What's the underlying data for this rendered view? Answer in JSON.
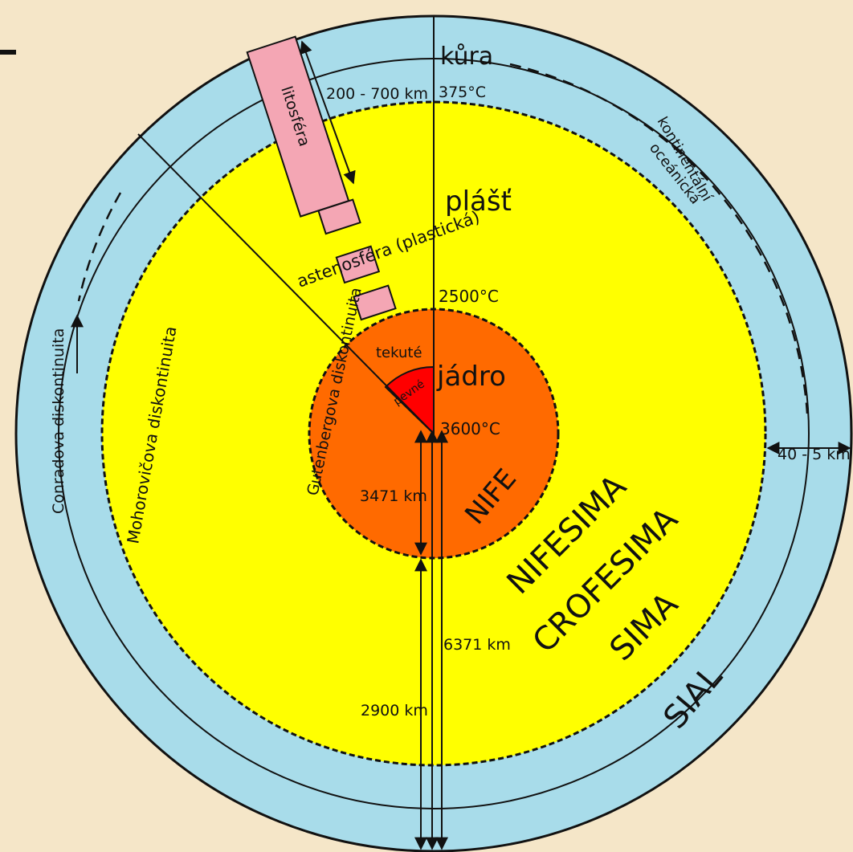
{
  "colors": {
    "background": "#f5e6c8",
    "crust": "#a8dcea",
    "mantle": "#ffff00",
    "outer_core": "#ff6a00",
    "inner_core": "#ff0000",
    "lithosphere": "#f4a6b4",
    "line": "#111111"
  },
  "labels": {
    "kura": "kůra",
    "lithosphere_depth": "200 - 700 km",
    "temp_crust": "375°C",
    "continental": "kontinentální",
    "oceanic": "oceánická",
    "litosfera": "litosféra",
    "plast": "plášť",
    "astenosfera": "astenosféra (plastická)",
    "temp_mantle": "2500°C",
    "tekute": "tekuté",
    "pevne": "pevné",
    "jadro": "jádro",
    "temp_core": "3600°C",
    "crust_depth": "40 - 5 km",
    "gutenberg": "Gutenbergova diskontinuita",
    "mohorovicic": "Mohorovičova diskontinuita",
    "conrad": "Conradova diskontinuita",
    "core_radius": "3471 km",
    "nife": "NIFE",
    "nifesima": "NIFESIMA",
    "crofesima": "CROFESIMA",
    "sima": "SIMA",
    "earth_radius": "6371 km",
    "mantle_depth": "2900 km",
    "sial": "SIAL"
  }
}
